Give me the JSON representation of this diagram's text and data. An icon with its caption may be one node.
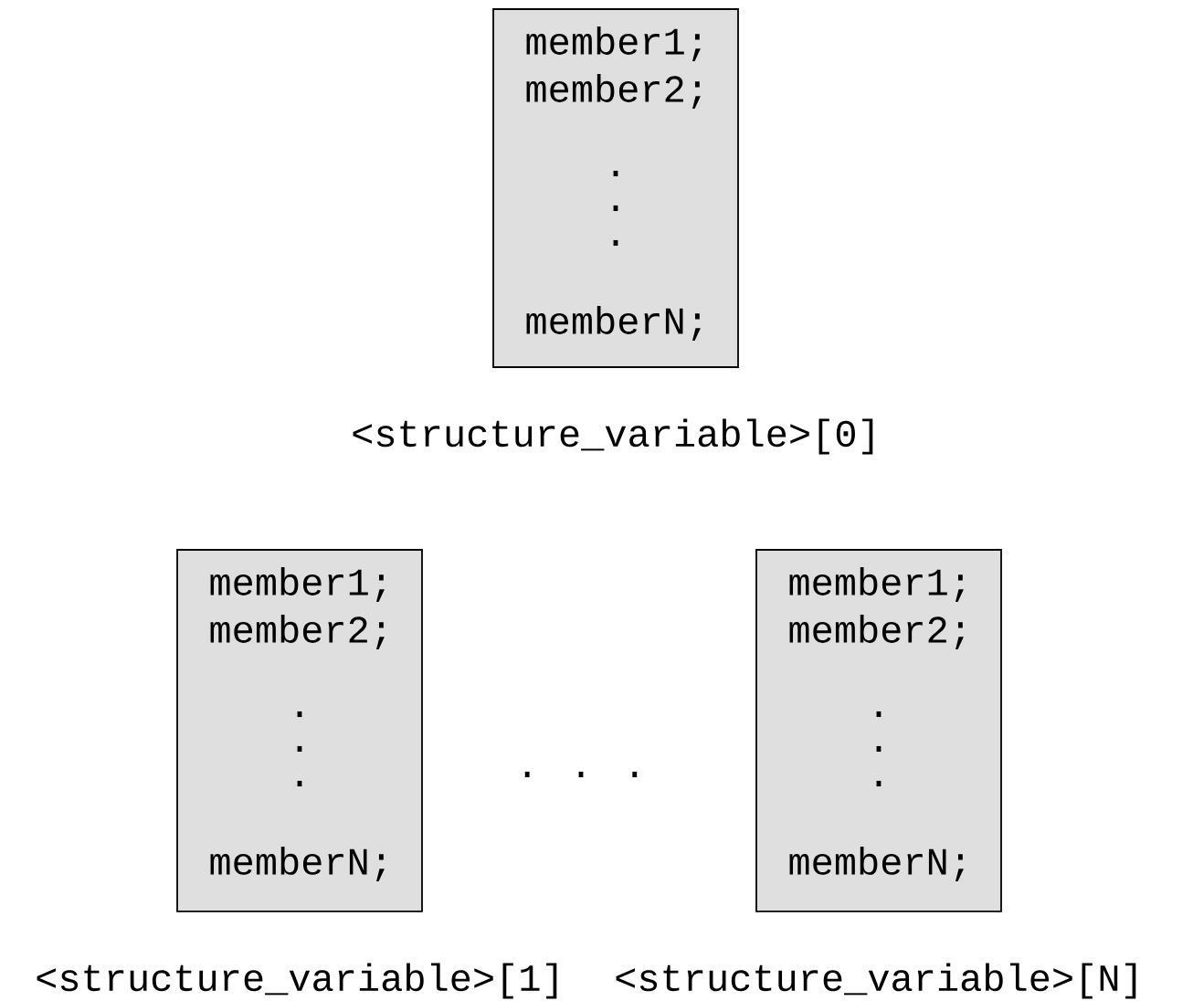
{
  "diagram": {
    "nodes": [
      {
        "text": [
          "member1;",
          "member2;",
          ".",
          ".",
          ".",
          "memberN;"
        ],
        "beside": [
          "<structure_variable>[0]"
        ]
      },
      {
        "text": [
          "member1;",
          "member2;",
          ".",
          ".",
          ".",
          "memberN;"
        ],
        "beside": [
          "<structure_variable>[1]"
        ]
      },
      {
        "text": [
          "member1;",
          "member2;",
          ".",
          ".",
          ".",
          "memberN;"
        ],
        "beside": [
          "<structure_variable>[N]"
        ]
      }
    ],
    "labels": [
      ". . ."
    ]
  }
}
